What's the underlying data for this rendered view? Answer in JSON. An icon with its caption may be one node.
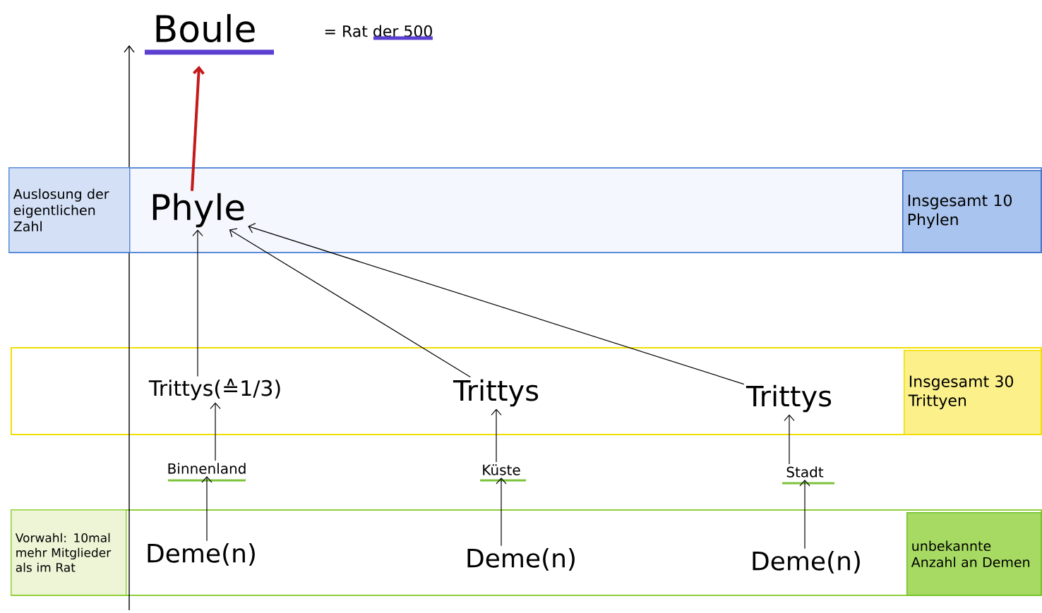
{
  "diagram": {
    "nodes": [
      {
        "text": [
          "Boule"
        ]
      },
      {
        "text": [],
        "shape": "box"
      },
      {
        "text": [
          "Auslosung der eigentlichen Zahl"
        ],
        "in": 1
      },
      {
        "text": [
          "Phyle"
        ],
        "in": 1
      },
      {
        "text": [
          "Insgesamt 10 Phylen"
        ],
        "in": 1
      },
      {
        "text": [],
        "shape": "box"
      },
      {
        "text": [
          "Trittys(≙1/3)"
        ],
        "in": 5
      },
      {
        "text": [
          "Trittys"
        ],
        "in": 5
      },
      {
        "text": [
          "Trittys"
        ],
        "in": 5
      },
      {
        "text": [
          "Insgesamt 30 Trittyen"
        ],
        "in": 5
      },
      {
        "text": [
          "Binnenland"
        ]
      },
      {
        "text": [
          "Küste"
        ]
      },
      {
        "text": [
          "Stadt"
        ]
      },
      {
        "text": [],
        "shape": "box"
      },
      {
        "text": [
          "Vorwahl: 10mal mehr Mitglieder als im Rat"
        ],
        "in": 13
      },
      {
        "text": [
          "Deme(n)"
        ],
        "in": 13
      },
      {
        "text": [
          "Deme(n)"
        ],
        "in": 13
      },
      {
        "text": [
          "Deme(n)"
        ],
        "in": 13
      },
      {
        "text": [
          "unbekannte Anzahl an Demen"
        ],
        "in": 13
      }
    ],
    "edges": [
      {
        "from": 3,
        "to": 0,
        "arrow": "to",
        "style": "thick",
        "color": "#c41a1a"
      },
      {
        "from": 6,
        "to": 3,
        "arrow": "to"
      },
      {
        "from": 7,
        "to": 3,
        "arrow": "to"
      },
      {
        "from": 8,
        "to": 3,
        "arrow": "to"
      },
      {
        "from": 10,
        "to": 6,
        "arrow": "to"
      },
      {
        "from": 11,
        "to": 7,
        "arrow": "to"
      },
      {
        "from": 12,
        "to": 8,
        "arrow": "to"
      },
      {
        "from": 15,
        "to": 10,
        "arrow": "to"
      },
      {
        "from": 16,
        "to": 11,
        "arrow": "to"
      },
      {
        "from": 17,
        "to": 12,
        "arrow": "to"
      }
    ],
    "labels": [
      "= Rat der 500"
    ]
  }
}
